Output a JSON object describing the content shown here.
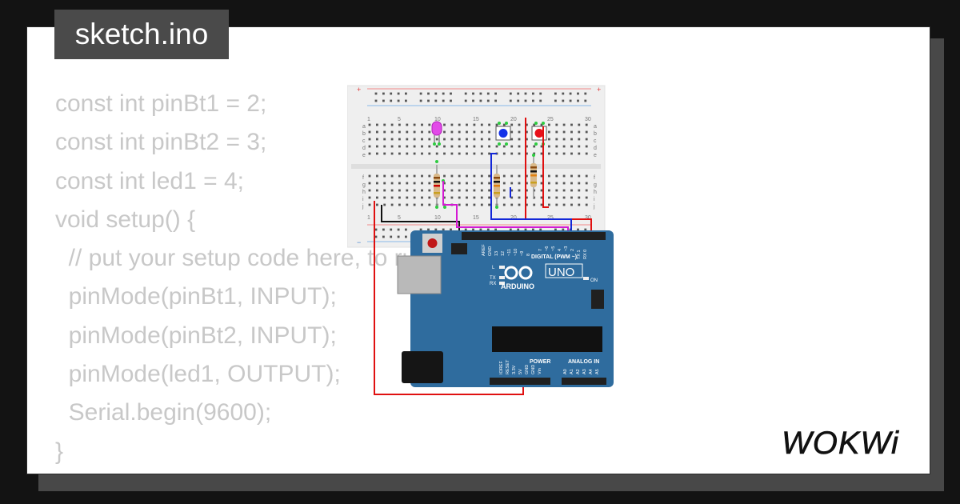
{
  "file_tab": {
    "label": "sketch.ino"
  },
  "code_lines": [
    "const int pinBt1 = 2;",
    "const int pinBt2 = 3;",
    "const int led1 = 4;",
    "void setup() {",
    "  // put your setup code here, to run once:",
    "  pinMode(pinBt1, INPUT);",
    "  pinMode(pinBt2, INPUT);",
    "  pinMode(led1, OUTPUT);",
    "  Serial.begin(9600);",
    "}"
  ],
  "breadboard": {
    "column_numbers": [
      "1",
      "5",
      "10",
      "15",
      "20",
      "25",
      "30"
    ],
    "row_letters_top": [
      "a",
      "b",
      "c",
      "d",
      "e"
    ],
    "row_letters_bottom": [
      "f",
      "g",
      "h",
      "i",
      "j"
    ],
    "rail_symbols": {
      "plus": "+",
      "minus": "−"
    }
  },
  "arduino": {
    "brand": "ARDUINO",
    "model": "UNO",
    "digital_label": "DIGITAL (PWM ~)",
    "power_label": "POWER",
    "analog_label": "ANALOG IN",
    "digital_pins": [
      "AREF",
      "GND",
      "13",
      "12",
      "~11",
      "~10",
      "~9",
      "8",
      "7",
      "~6",
      "~5",
      "4",
      "~3",
      "2",
      "TX 1",
      "RX 0"
    ],
    "power_pins": [
      "IOREF",
      "RESET",
      "3.3V",
      "5V",
      "GND",
      "GND",
      "Vin"
    ],
    "analog_pins": [
      "A0",
      "A1",
      "A2",
      "A3",
      "A4",
      "A5"
    ],
    "led_labels": [
      "L",
      "TX",
      "RX"
    ],
    "on_label": "ON"
  },
  "colors": {
    "board": "#2f6c9e",
    "breadboard": "#f0f0f0",
    "wire_red": "#e01010",
    "wire_blue": "#1428d8",
    "wire_black": "#111111",
    "wire_magenta": "#d41ad4",
    "led_magenta": "#e24ae8",
    "button_blue": "#1432e8",
    "button_red": "#e8101a",
    "code_text": "#c8c8c8"
  },
  "brand_logo": {
    "text": "WOKWi"
  }
}
